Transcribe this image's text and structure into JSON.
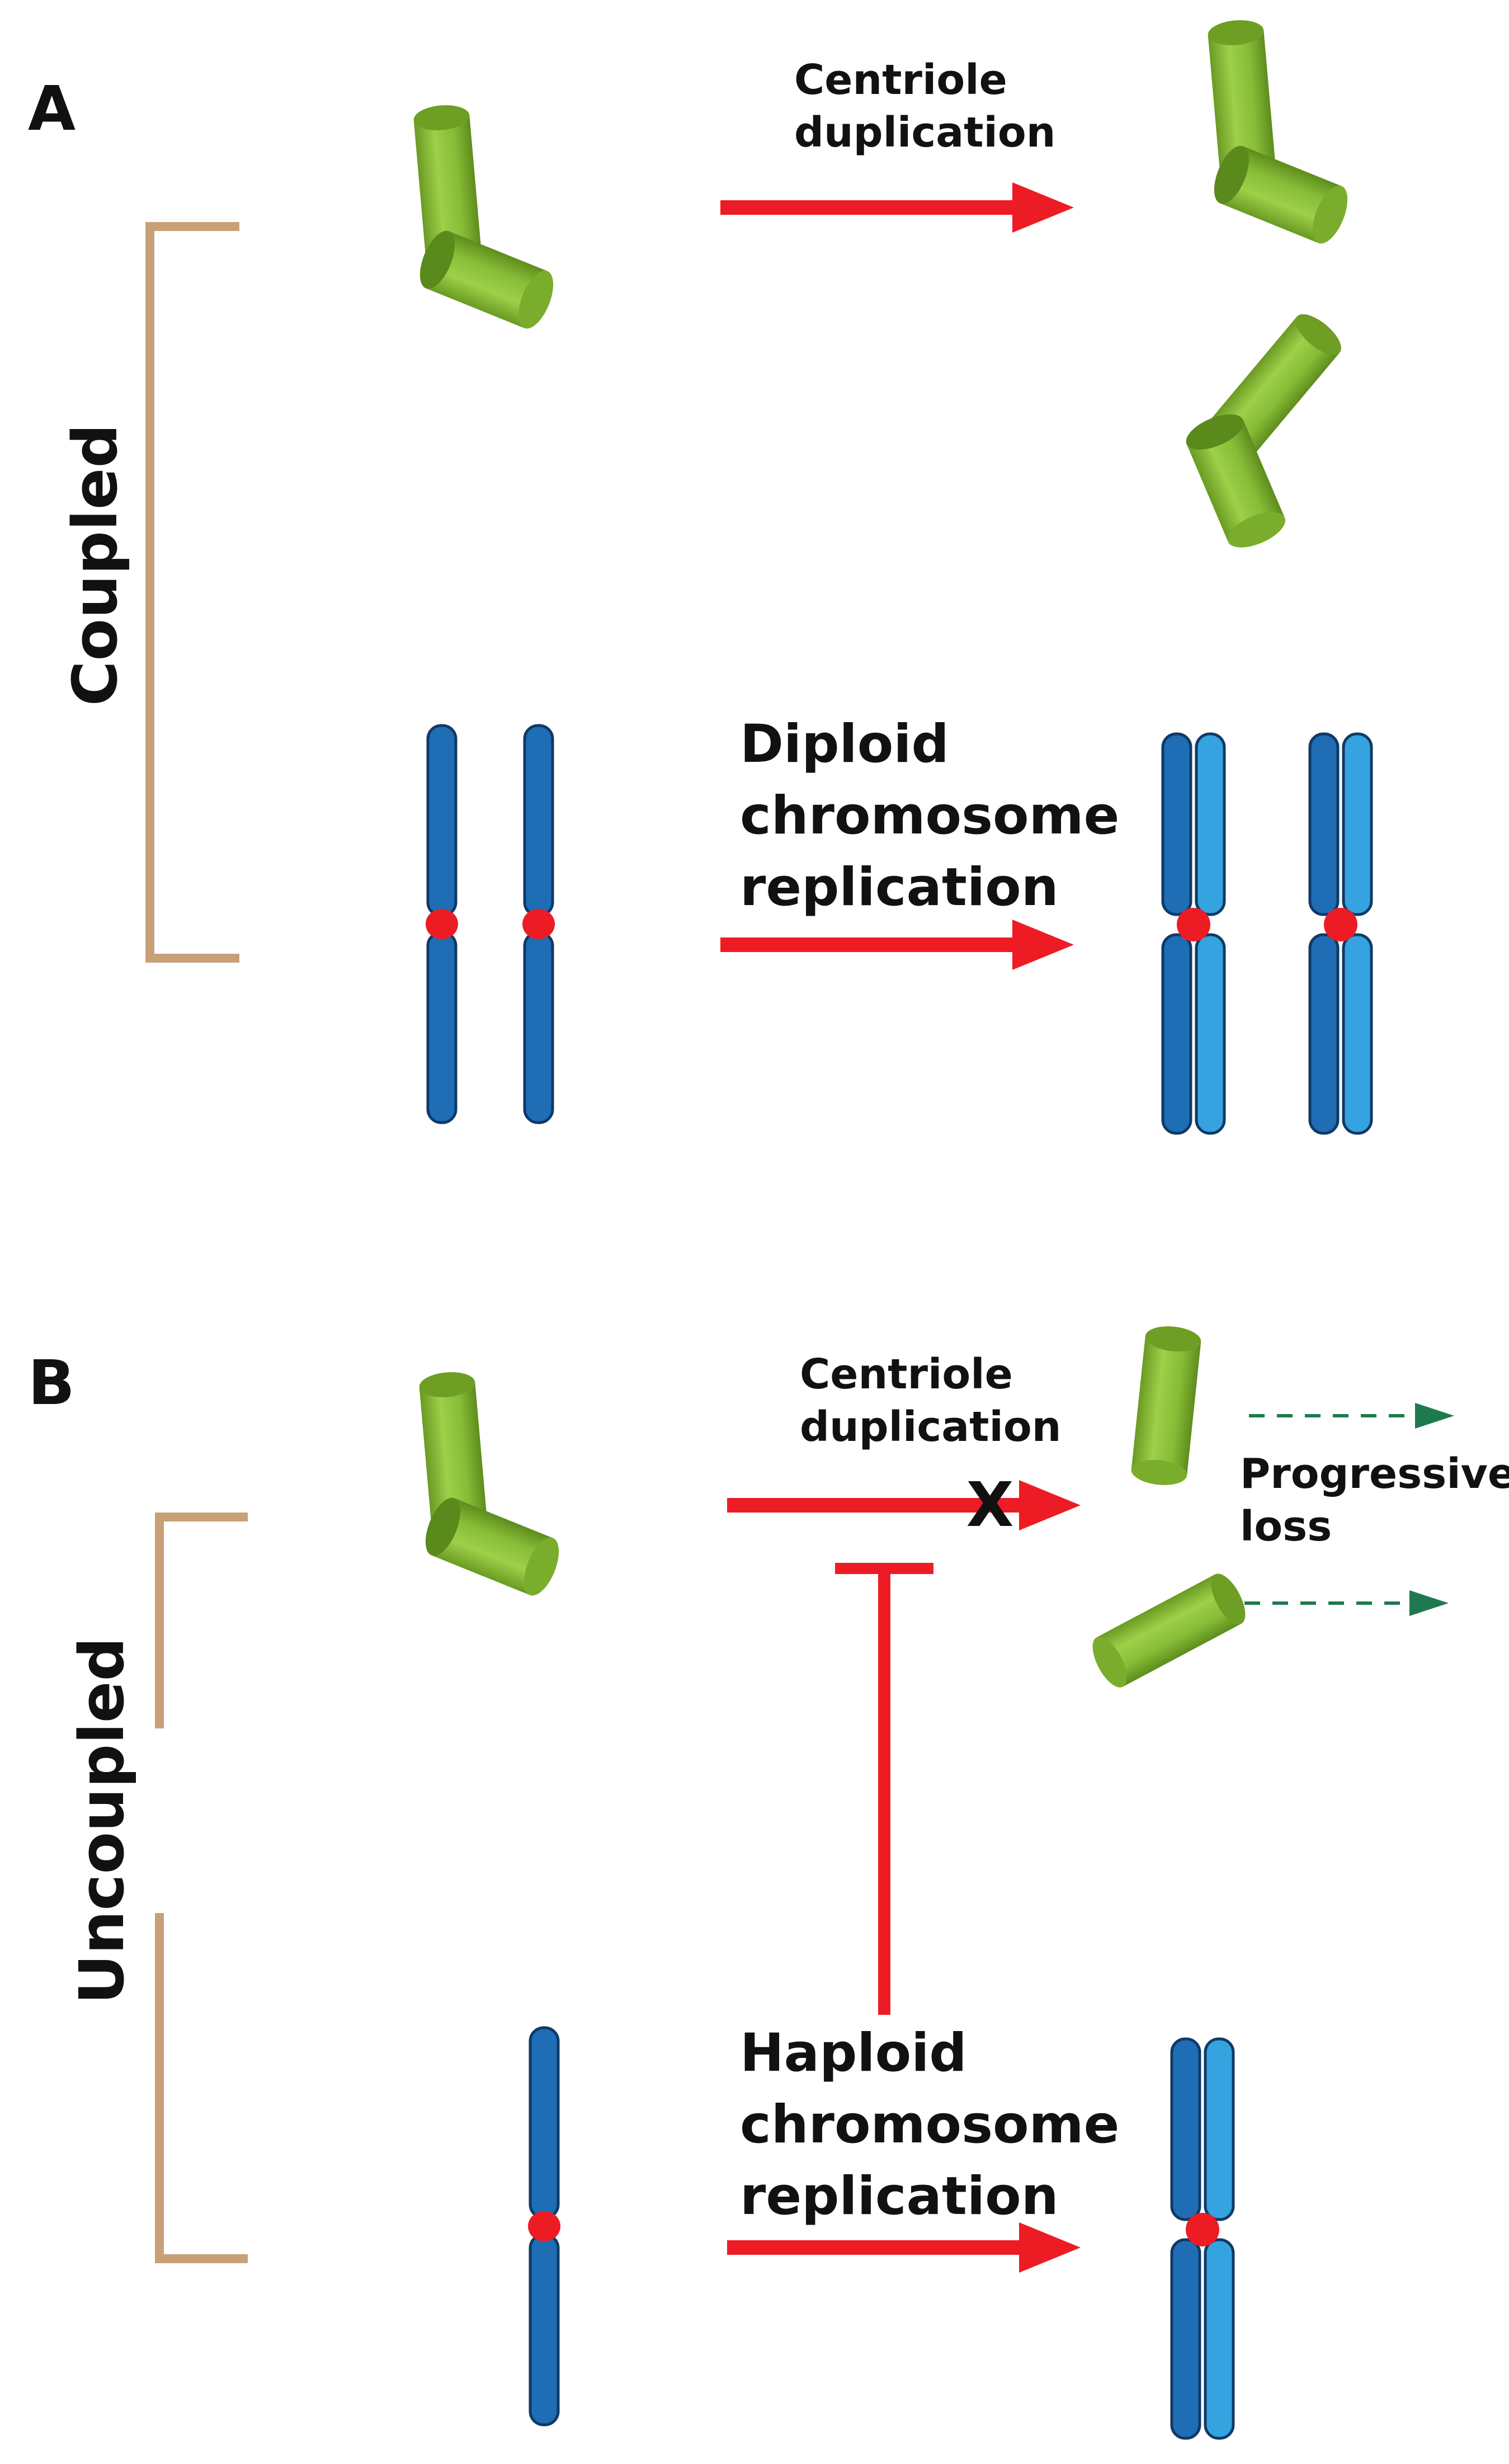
{
  "panels": {
    "a": {
      "letter": "A",
      "bracket_label": "Coupled",
      "centriole_label": [
        "Centriole",
        "duplication"
      ],
      "chromosome_label": [
        "Diploid",
        "chromosome",
        "replication"
      ]
    },
    "b": {
      "letter": "B",
      "bracket_label": "Uncoupled",
      "centriole_label": [
        "Centriole",
        "duplication"
      ],
      "block_mark": "X",
      "loss_label": [
        "Progressive",
        "loss"
      ],
      "chromosome_label": [
        "Haploid",
        "chromosome",
        "replication"
      ]
    }
  },
  "colors": {
    "arrow": "#ed1c24",
    "bracket": "#c8a078",
    "centriole": "#7cb02c",
    "chromatid_dark": "#1f6db4",
    "chromatid_light": "#35a3df",
    "centromere": "#ed1c24",
    "loss_arrow": "#1e7a4e"
  }
}
